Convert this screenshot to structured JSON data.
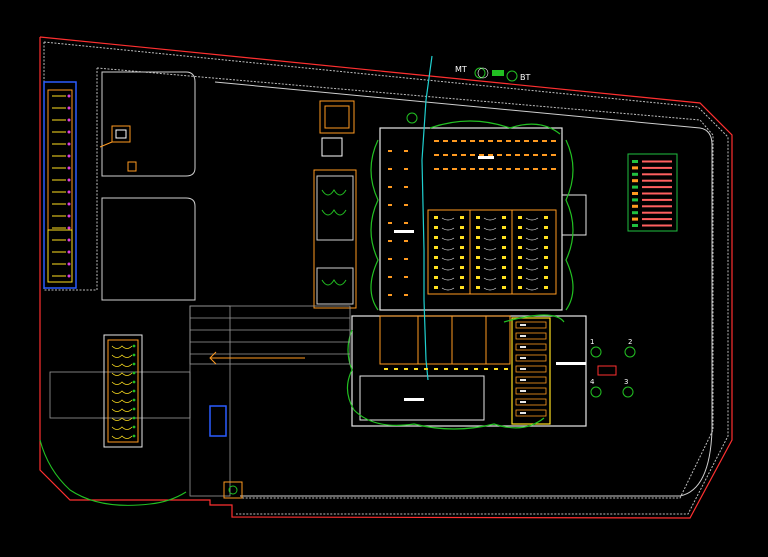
{
  "drawing": {
    "background": "#000000",
    "colors": {
      "boundary": "#ff3030",
      "road": "#bfbfbf",
      "circuit_green": "#22c022",
      "circuit_cyan": "#20d0d0",
      "device_orange": "#ff9a20",
      "device_yellow": "#ffe020",
      "wall_white": "#e8e8e8",
      "magenta": "#e040e0",
      "legend_green": "#20c040"
    }
  },
  "labels": {
    "mt": "MT",
    "bt": "BT",
    "pole_1": "1",
    "pole_2": "2",
    "pole_3": "3",
    "pole_4": "4"
  },
  "icons": {
    "transformer": "transformer-symbol-icon",
    "pole": "lighting-pole-icon",
    "north": "circle-symbol-icon"
  }
}
